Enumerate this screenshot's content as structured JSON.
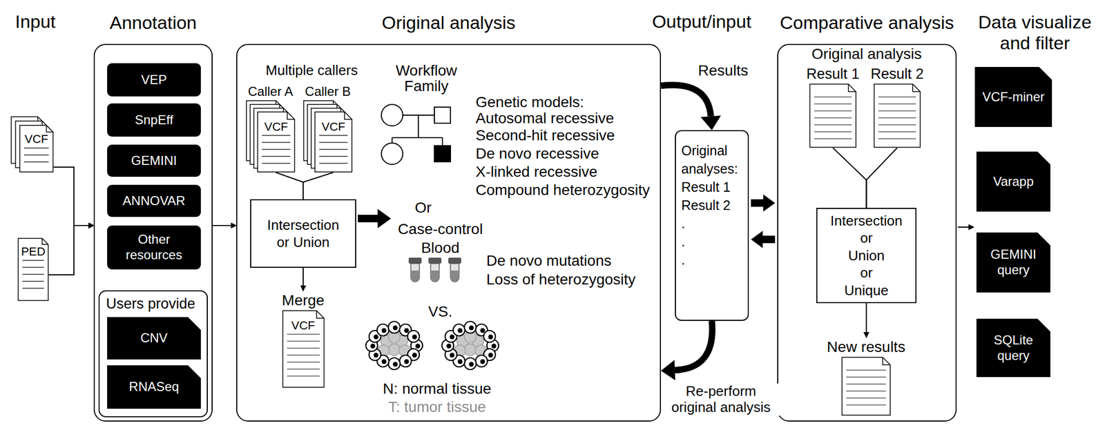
{
  "diagram": {
    "nodes": [
      {
        "text": [
          "VCF"
        ]
      },
      {
        "text": [
          "PED"
        ]
      },
      {
        "text": [
          "Annotation"
        ]
      },
      {
        "text": [
          "VEP"
        ],
        "in": 2
      },
      {
        "text": [
          "SnpEff"
        ],
        "in": 2
      },
      {
        "text": [
          "GEMINI"
        ],
        "in": 2
      },
      {
        "text": [
          "ANNOVAR"
        ],
        "in": 2
      },
      {
        "text": [
          "Other resources"
        ],
        "in": 2
      },
      {
        "text": [
          "Users provide"
        ],
        "in": 2
      },
      {
        "text": [
          "CNV"
        ],
        "in": 8
      },
      {
        "text": [
          "RNASeq"
        ],
        "in": 8
      },
      {
        "text": [
          "Original analysis"
        ]
      },
      {
        "text": [
          "Caller A",
          "VCF"
        ],
        "in": 11
      },
      {
        "text": [
          "Caller B",
          "VCF"
        ],
        "in": 11
      },
      {
        "text": [
          "Intersection or Union"
        ],
        "in": 11
      },
      {
        "text": [
          "Merge",
          "VCF"
        ],
        "in": 11
      },
      {
        "text": [
          "Original analyses:",
          "Result 1",
          "Result 2",
          ". . ."
        ]
      },
      {
        "text": [
          "Comparative analysis"
        ]
      },
      {
        "text": [
          "Result 1"
        ],
        "in": 17
      },
      {
        "text": [
          "Result 2"
        ],
        "in": 17
      },
      {
        "text": [
          "Intersection or Union or Unique"
        ],
        "in": 17
      },
      {
        "text": [
          "New results"
        ],
        "in": 17
      },
      {
        "text": [
          "VCF-miner"
        ]
      },
      {
        "text": [
          "Varapp"
        ]
      },
      {
        "text": [
          "GEMINI query"
        ]
      },
      {
        "text": [
          "SQLite query"
        ]
      }
    ],
    "edges": [
      {
        "from": 0,
        "to": 2,
        "arrow": "to"
      },
      {
        "from": 1,
        "to": 2,
        "arrow": "to"
      },
      {
        "from": 2,
        "to": 11,
        "arrow": "to"
      },
      {
        "from": 12,
        "to": 14,
        "arrow": "none"
      },
      {
        "from": 13,
        "to": 14,
        "arrow": "none"
      },
      {
        "from": 14,
        "to": 15,
        "arrow": "to"
      },
      {
        "from": 11,
        "to": 16,
        "label": "Results",
        "arrow": "to"
      },
      {
        "from": 16,
        "to": 11,
        "label": "Re-perform original analysis",
        "arrow": "to"
      },
      {
        "from": 16,
        "to": 17,
        "arrow": "to"
      },
      {
        "from": 17,
        "to": 16,
        "arrow": "to"
      },
      {
        "from": 18,
        "to": 20,
        "arrow": "none"
      },
      {
        "from": 19,
        "to": 20,
        "arrow": "none"
      },
      {
        "from": 20,
        "to": 21,
        "arrow": "to"
      }
    ],
    "labels": [
      "Input",
      "Output/input",
      "Data visualize and filter",
      "Multiple callers",
      "Workflow",
      "Family",
      "Genetic models:",
      "Autosomal recessive",
      "Second-hit recessive",
      "De novo recessive",
      "X-linked recessive",
      "Compound heterozygosity",
      "Or",
      "Case-control",
      "Blood",
      "De novo mutations",
      "Loss of heterozygosity",
      "VS.",
      "N: normal tissue",
      "T: tumor tissue",
      "Original analysis"
    ]
  }
}
